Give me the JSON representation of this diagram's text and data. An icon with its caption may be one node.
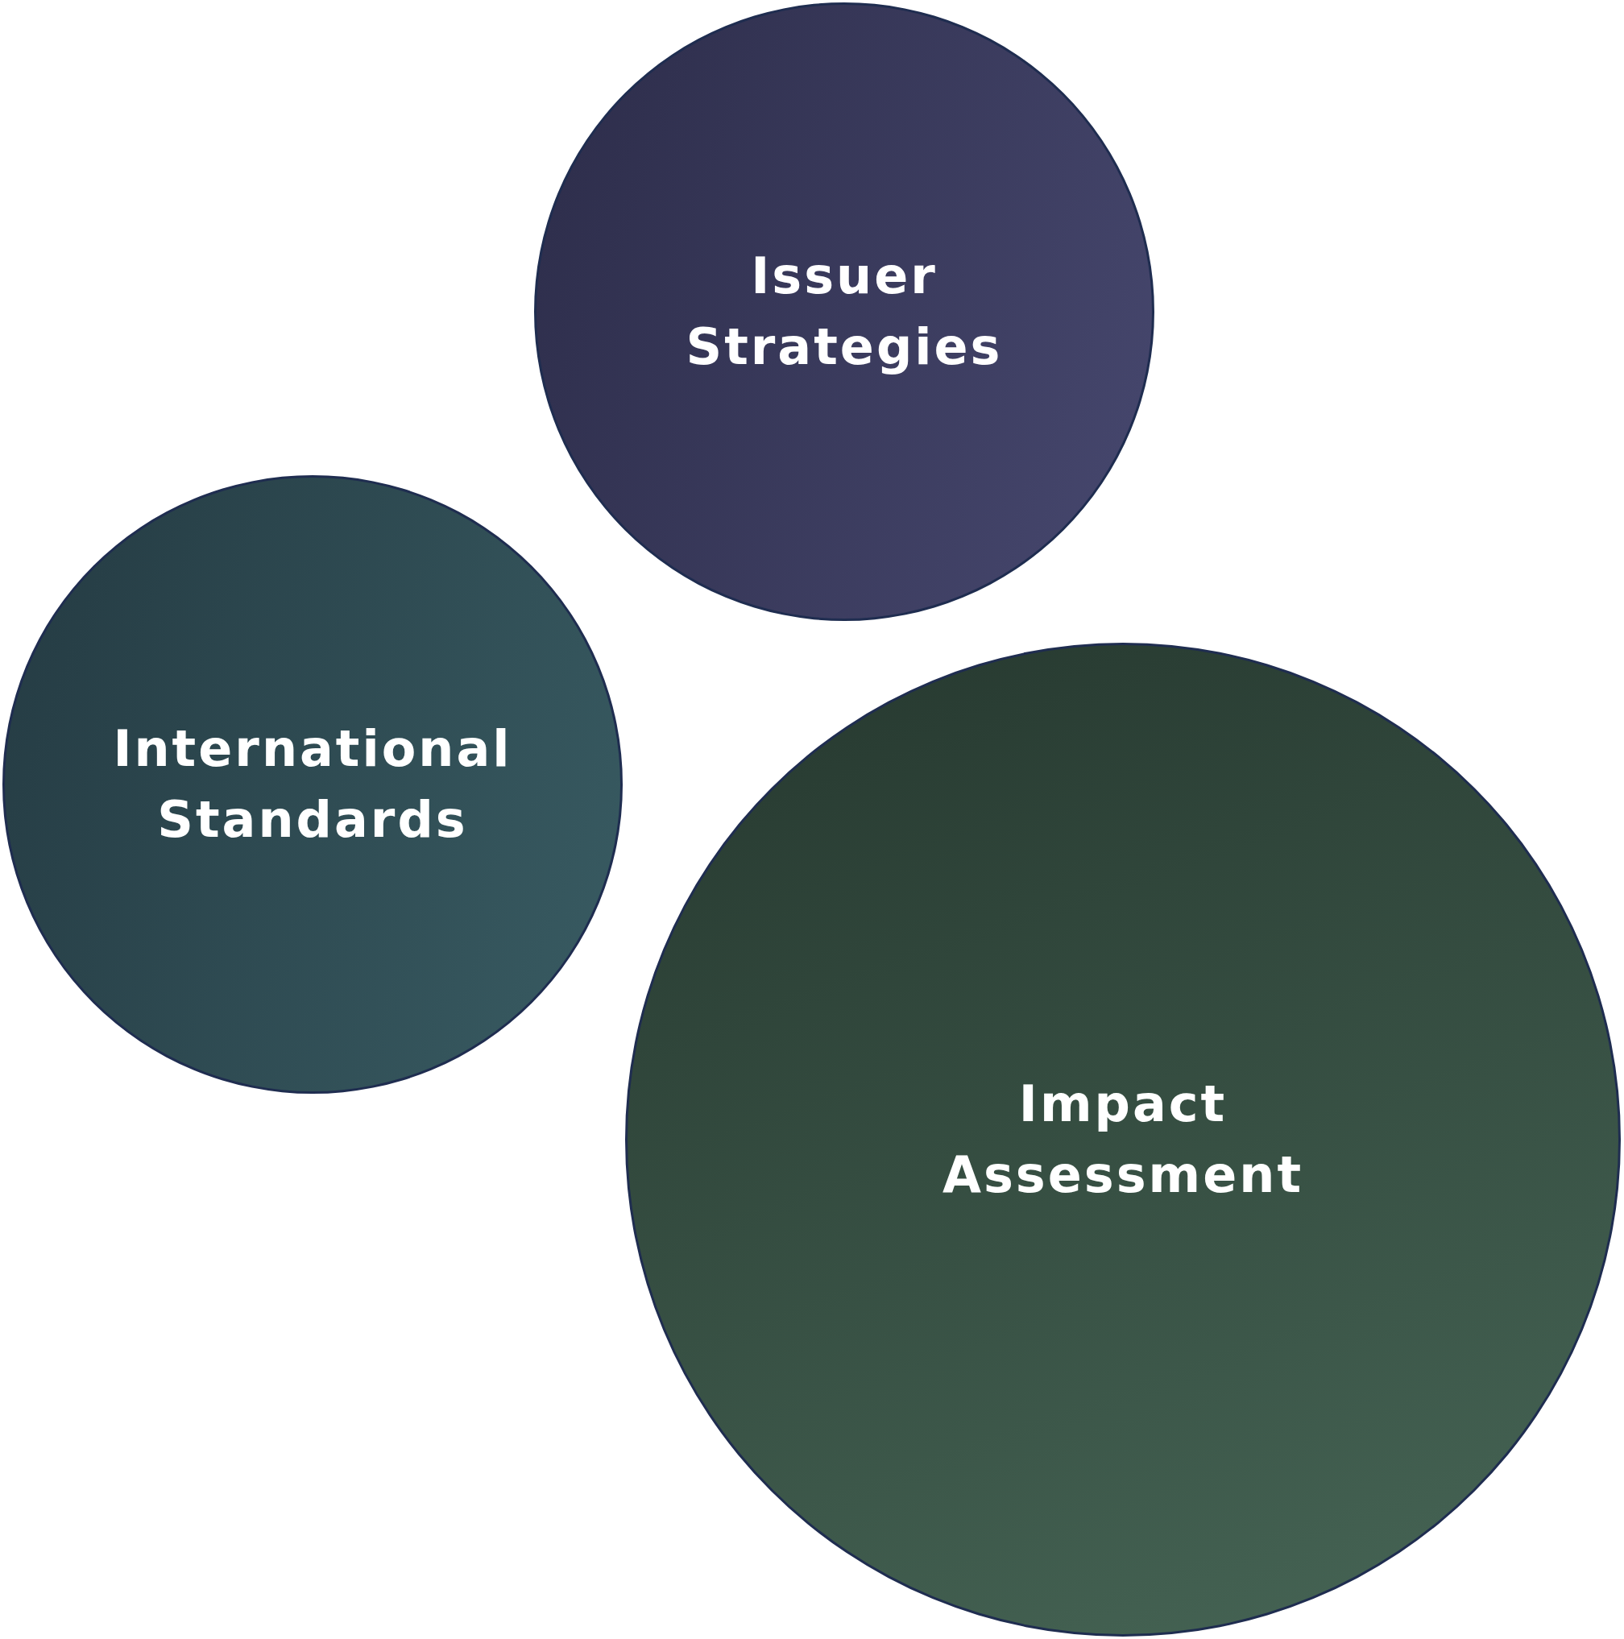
{
  "diagram": {
    "nodes": [
      {
        "text": [
          "Issuer Strategies"
        ]
      },
      {
        "text": [
          "International Standards"
        ]
      },
      {
        "text": [
          "Impact Assessment"
        ]
      }
    ]
  }
}
